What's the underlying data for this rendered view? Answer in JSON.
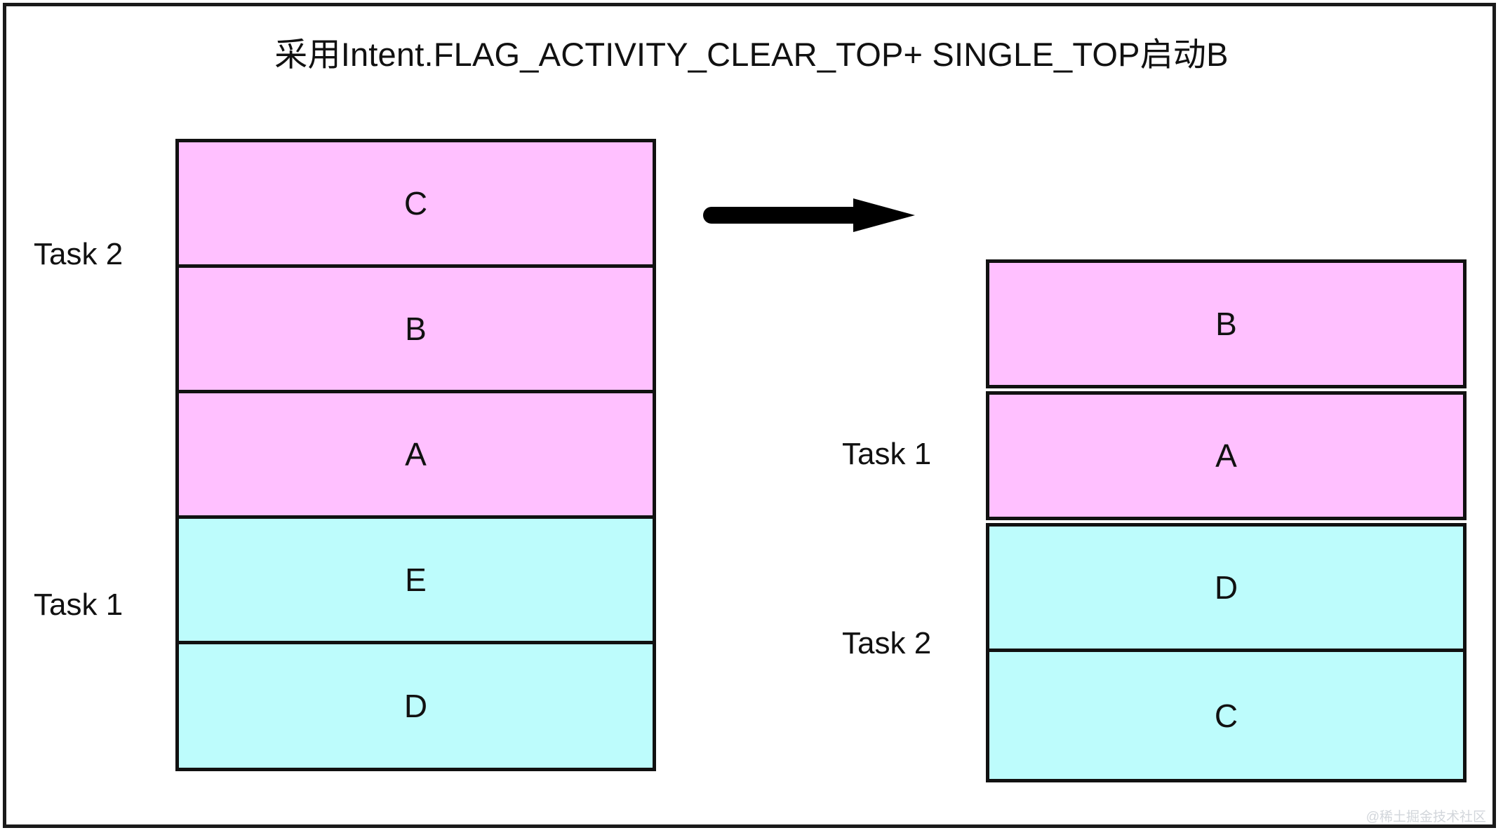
{
  "diagram": {
    "title": "采用Intent.FLAG_ACTIVITY_CLEAR_TOP+ SINGLE_TOP启动B",
    "watermark": "@稀土掘金技术社区",
    "colors": {
      "pink": "#ffc0ff",
      "cyan": "#bdfcfc",
      "stroke": "#111111",
      "background": "#ffffff",
      "watermark": "#d2d6db"
    },
    "arrow": {
      "name": "right-arrow",
      "direction": "right",
      "color": "#000000"
    },
    "before": {
      "name": "before-state",
      "cells": [
        {
          "label": "C",
          "color": "pink",
          "task": "Task 2"
        },
        {
          "label": "B",
          "color": "pink",
          "task": "Task 2"
        },
        {
          "label": "A",
          "color": "pink",
          "task": "Task 2"
        },
        {
          "label": "E",
          "color": "cyan",
          "task": "Task 1"
        },
        {
          "label": "D",
          "color": "cyan",
          "task": "Task 1"
        }
      ],
      "task_labels": [
        {
          "text": "Task 2"
        },
        {
          "text": "Task 1"
        }
      ]
    },
    "after": {
      "name": "after-state",
      "cells": [
        {
          "label": "B",
          "color": "pink",
          "task": "Task 1"
        },
        {
          "label": "A",
          "color": "pink",
          "task": "Task 1"
        },
        {
          "label": "D",
          "color": "cyan",
          "task": "Task 2"
        },
        {
          "label": "C",
          "color": "cyan",
          "task": "Task 2"
        }
      ],
      "task_labels": [
        {
          "text": "Task 1"
        },
        {
          "text": "Task 2"
        }
      ]
    }
  }
}
